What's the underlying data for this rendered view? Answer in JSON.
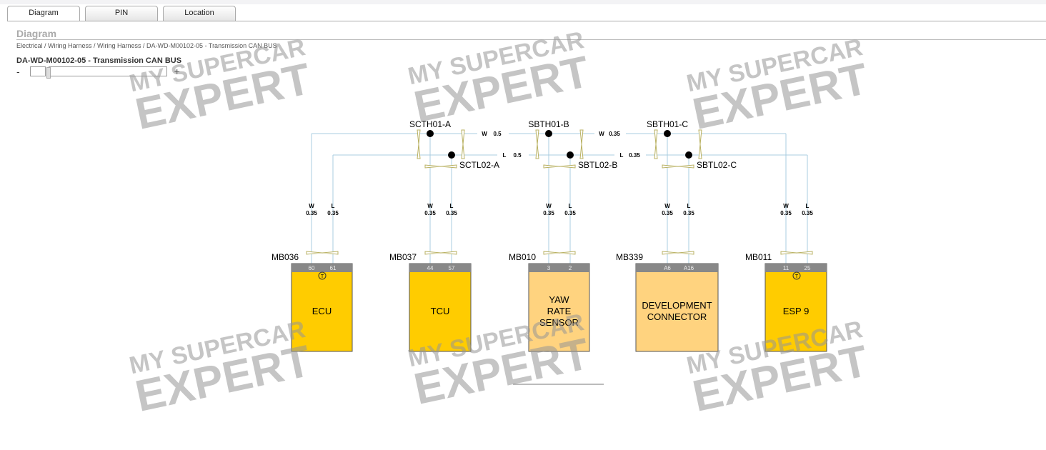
{
  "tabs": [
    {
      "label": "Diagram",
      "active": true
    },
    {
      "label": "PIN"
    },
    {
      "label": "Location"
    }
  ],
  "section_title": "Diagram",
  "breadcrumb": "Electrical / Wiring Harness / Wiring Harness / DA-WD-M00102-05 - Transmission CAN BUS",
  "diagram_title": "DA-WD-M00102-05 - Transmission CAN BUS",
  "zoom": {
    "minus": "-",
    "plus": "+"
  },
  "watermark": {
    "line1": "MY SUPERCAR",
    "line2": "EXPERT"
  },
  "colors": {
    "wire": "#a8cce0",
    "module": "#ffcc00",
    "connector_module": "#ffd37f",
    "pin_header": "#888888"
  },
  "splices": [
    {
      "label": "SCTH01-A",
      "wire": "W"
    },
    {
      "label": "SCTL02-A",
      "wire": "L"
    },
    {
      "label": "SBTH01-B",
      "wire": "W"
    },
    {
      "label": "SBTL02-B",
      "wire": "L"
    },
    {
      "label": "SBTH01-C",
      "wire": "W"
    },
    {
      "label": "SBTL02-C",
      "wire": "L"
    }
  ],
  "bus_labels": [
    {
      "color": "W",
      "size": "0.5"
    },
    {
      "color": "L",
      "size": "0.5"
    },
    {
      "color": "W",
      "size": "0.35"
    },
    {
      "color": "L",
      "size": "0.35"
    }
  ],
  "modules": [
    {
      "id": "MB036",
      "name": [
        "ECU"
      ],
      "pins": [
        "60",
        "61"
      ],
      "type": "module",
      "terminator": "T",
      "wires": [
        [
          "W",
          "0.35"
        ],
        [
          "L",
          "0.35"
        ]
      ]
    },
    {
      "id": "MB037",
      "name": [
        "TCU"
      ],
      "pins": [
        "44",
        "57"
      ],
      "type": "module",
      "wires": [
        [
          "W",
          "0.35"
        ],
        [
          "L",
          "0.35"
        ]
      ]
    },
    {
      "id": "MB010",
      "name": [
        "YAW",
        "RATE",
        "SENSOR"
      ],
      "pins": [
        "3",
        "2"
      ],
      "type": "connector",
      "wires": [
        [
          "W",
          "0.35"
        ],
        [
          "L",
          "0.35"
        ]
      ]
    },
    {
      "id": "MB339",
      "name": [
        "DEVELOPMENT",
        "CONNECTOR"
      ],
      "pins": [
        "A6",
        "A16"
      ],
      "type": "connector",
      "wires": [
        [
          "W",
          "0.35"
        ],
        [
          "L",
          "0.35"
        ]
      ]
    },
    {
      "id": "MB011",
      "name": [
        "ESP 9"
      ],
      "pins": [
        "11",
        "25"
      ],
      "type": "module",
      "terminator": "T",
      "wires": [
        [
          "W",
          "0.35"
        ],
        [
          "L",
          "0.35"
        ]
      ]
    }
  ]
}
